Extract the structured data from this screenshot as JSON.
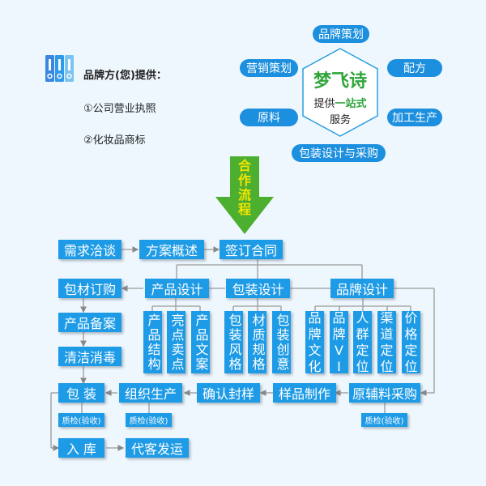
{
  "provider": {
    "icon": "binders-icon",
    "heading": "品牌方(您)提供：",
    "items": [
      "①公司营业执照",
      "②化妆品商标"
    ]
  },
  "hub": {
    "brand": "梦飞诗",
    "tagline_prefix": "提供",
    "tagline_highlight": "一站式",
    "tagline_suffix": "服务",
    "services": [
      "品牌策划",
      "营销策划",
      "配方",
      "原料",
      "加工生产",
      "包装设计与采购"
    ]
  },
  "arrow": {
    "label_chars": [
      "合",
      "作",
      "流",
      "程"
    ]
  },
  "colors": {
    "box": "#1e9be6",
    "accent_green": "#2fa53a",
    "arrow_green": "#4caf2f",
    "arrow_text": "#f5e400",
    "line": "#9a9a9a"
  },
  "flow": {
    "row1": [
      "需求洽谈",
      "方案概述",
      "签订合同"
    ],
    "design": [
      "产品设计",
      "包装设计",
      "品牌设计"
    ],
    "product_sub": [
      "产品结构",
      "亮点卖点",
      "产品文案"
    ],
    "package_sub": [
      "包装风格",
      "材质规格",
      "包装创意"
    ],
    "brand_sub": [
      [
        "品",
        "牌",
        "文",
        "化"
      ],
      [
        "品",
        "牌",
        "V",
        "I"
      ],
      [
        "人",
        "群",
        "定",
        "位"
      ],
      [
        "渠",
        "道",
        "定",
        "位"
      ],
      [
        "价",
        "格",
        "定",
        "位"
      ]
    ],
    "left_col": [
      "包材订购",
      "产品备案",
      "清洁消毒"
    ],
    "row_bottom": [
      "包 装",
      "组织生产",
      "确认封样",
      "样品制作",
      "原辅料采购"
    ],
    "qc_label": "质检(验收)",
    "final": [
      "入 库",
      "代客发运"
    ]
  }
}
